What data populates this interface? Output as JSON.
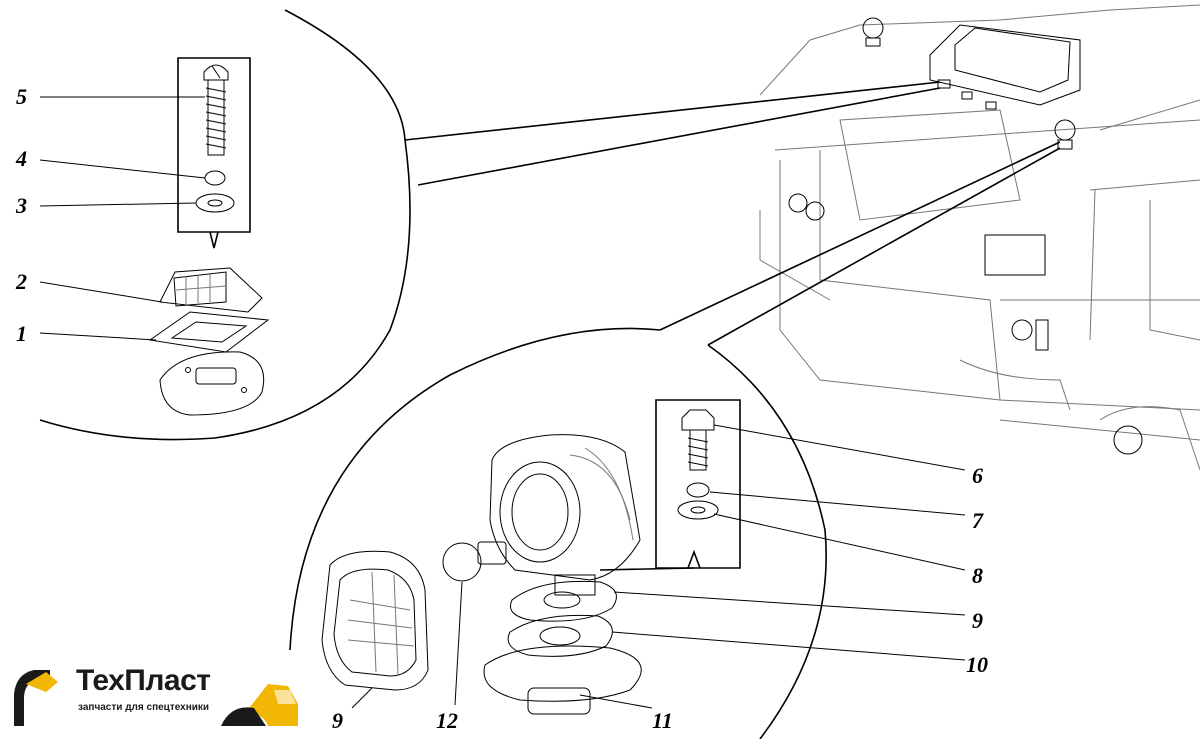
{
  "callouts": {
    "c1": "1",
    "c2": "2",
    "c3": "3",
    "c4": "4",
    "c5": "5",
    "c6": "6",
    "c7": "7",
    "c8": "8",
    "c9a": "9",
    "c9b": "9",
    "c10": "10",
    "c11": "11",
    "c12": "12"
  },
  "brand": {
    "name": "ТехПласт",
    "tagline": "запчасти для спецтехники",
    "accent_color": "#f2b705"
  }
}
